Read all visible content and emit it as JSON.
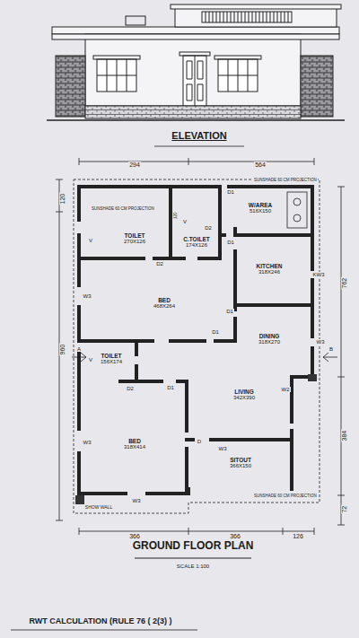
{
  "diagram": {
    "title": "GROUND FLOOR PLAN",
    "nodes": [
      {
        "text": [
          "TOILET",
          "270X126"
        ]
      },
      {
        "text": [
          "C.TOILET",
          "174X126"
        ]
      },
      {
        "text": [
          "W/AREA",
          "516X150"
        ]
      },
      {
        "text": [
          "KITCHEN",
          "318X246"
        ]
      },
      {
        "text": [
          "BED",
          "468X264"
        ]
      },
      {
        "text": [
          "DINING",
          "318X270"
        ]
      },
      {
        "text": [
          "TOILET",
          "156X174"
        ]
      },
      {
        "text": [
          "LIVING",
          "342X390"
        ]
      },
      {
        "text": [
          "BED",
          "318X414"
        ]
      },
      {
        "text": [
          "SITOUT",
          "366X150"
        ]
      }
    ],
    "labels": [
      "ELEVATION",
      "294",
      "564",
      "SUNSHADE 60 CM PROJECTION",
      "SUNSHADE 60 CM PROJECTION",
      "SUNSHADE 60 CM PROJECTION",
      "120",
      "960",
      "762",
      "384",
      "72",
      "366",
      "366",
      "126",
      "SCALE 1:100",
      "RWT CALCULATION (RULE 76 ( 2(3) )",
      "D1",
      "120",
      "D2",
      "V",
      "D1",
      "V",
      "D2",
      "W3",
      "D1",
      "D1",
      "KW3",
      "W3",
      "A",
      "B",
      "V",
      "D2",
      "D1",
      "W2",
      "D",
      "W3",
      "W3",
      "SHOW WALL",
      "W3"
    ]
  }
}
